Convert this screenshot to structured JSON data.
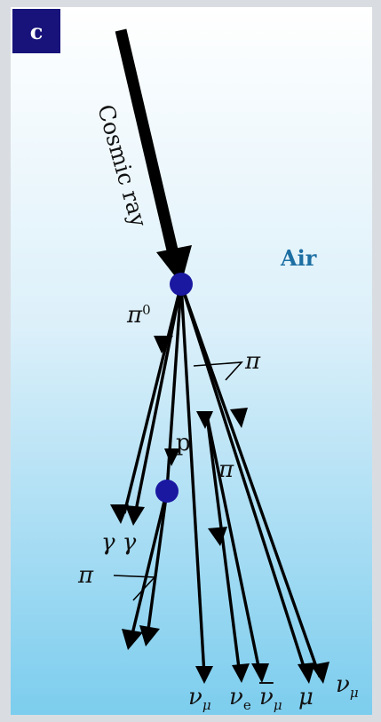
{
  "panel": {
    "label": "c"
  },
  "medium": {
    "label": "Air"
  },
  "primary": {
    "label": "Cosmic ray"
  },
  "particles": {
    "pi0": {
      "symbol": "π",
      "sup": "0"
    },
    "pi_upper": "π",
    "p": "p",
    "pi_mid": "π",
    "gamma_gamma": "γ γ",
    "pi_lower": "π",
    "nu_mu_1": {
      "symbol": "ν",
      "sub": "μ"
    },
    "nu_e": {
      "symbol": "ν",
      "sub": "e"
    },
    "nubar_mu": {
      "symbol": "ν",
      "sub": "μ"
    },
    "mu": "μ",
    "nu_mu_2": {
      "symbol": "ν",
      "sub": "μ"
    }
  },
  "colors": {
    "background_top": "#ffffff",
    "background_bottom": "#7ccdee",
    "vertex": "#1a17a0",
    "label_box": "#17137a",
    "air_text": "#1d6fa3"
  }
}
